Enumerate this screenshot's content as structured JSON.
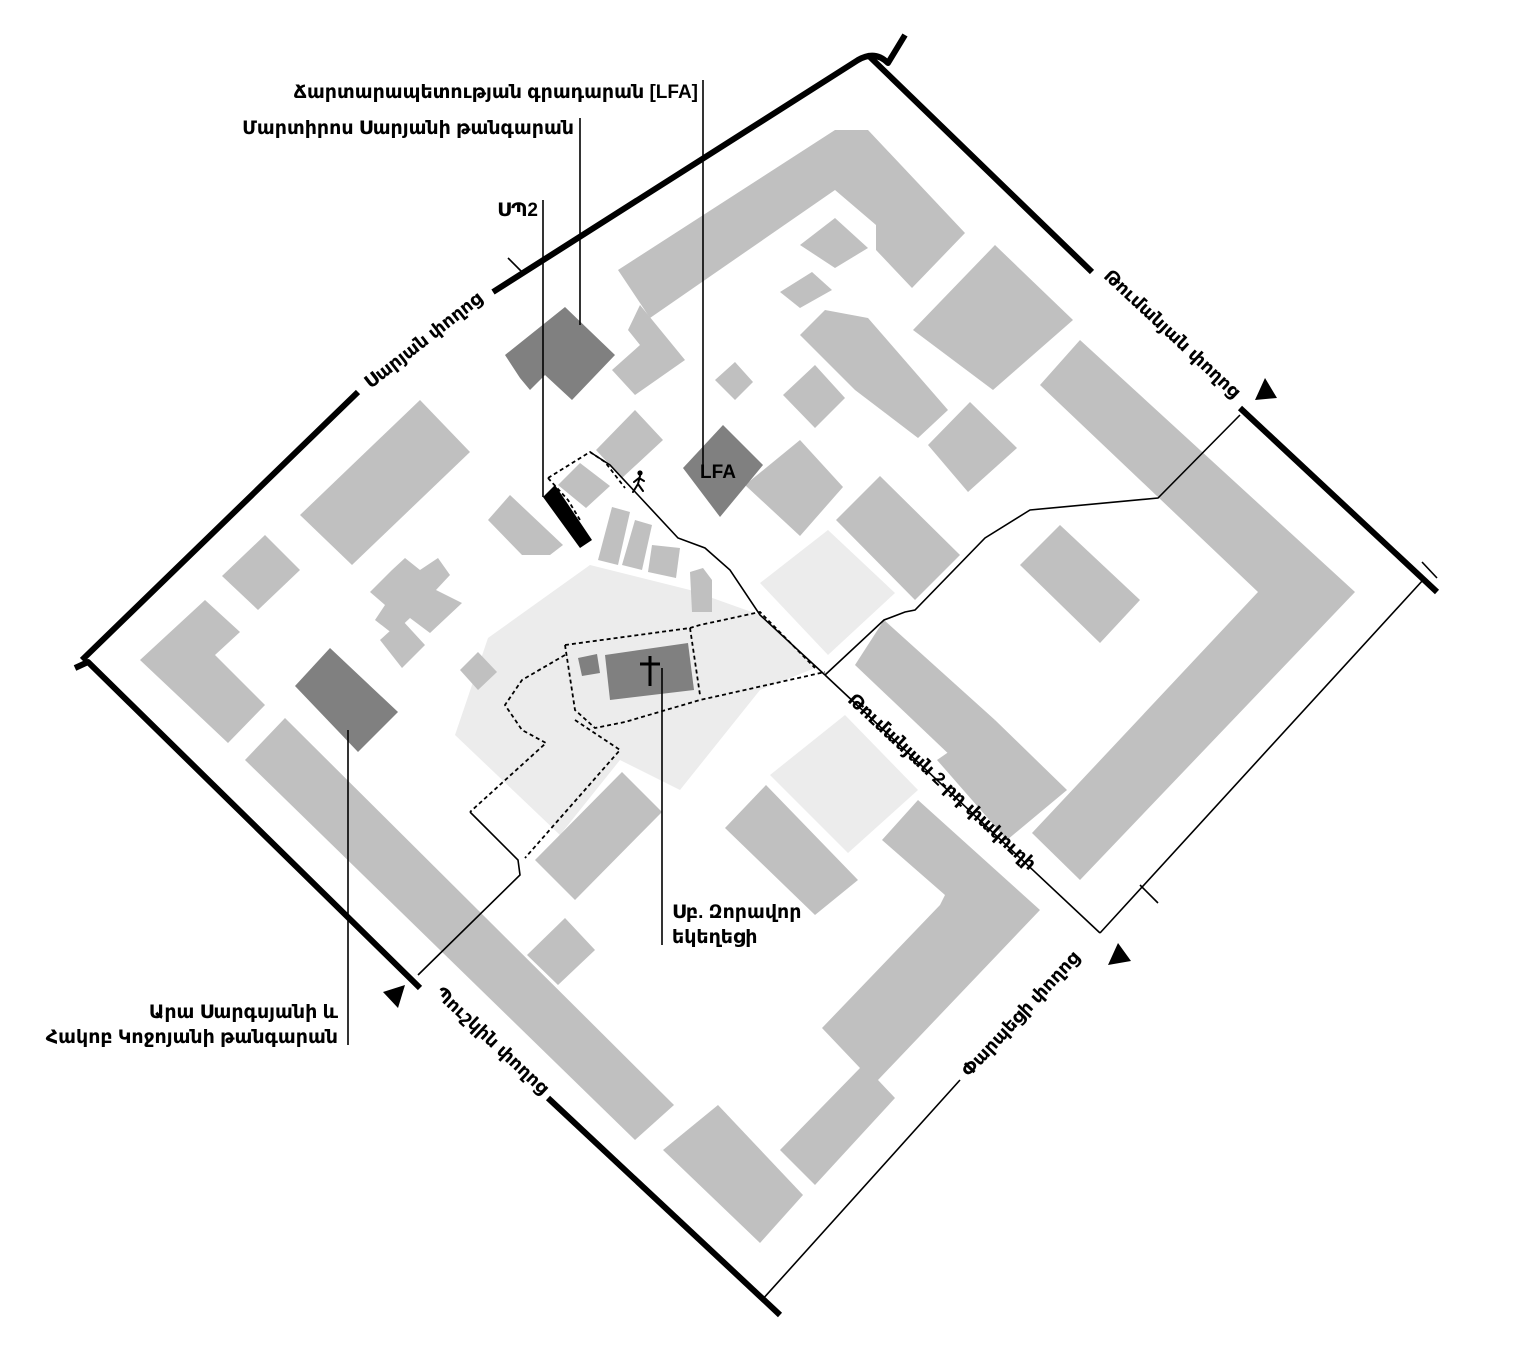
{
  "labels": {
    "architecture_library": "Ճարտարապետության գրադարան [LFA]",
    "saryan_museum": "Մարտիրոս Սարյանի թանգարան",
    "sp2": "ՍՊ2",
    "lfa": "LFA",
    "church_line1": "Սբ. Զորավոր",
    "church_line2": "եկեղեցի",
    "museum_line1": "Արա Սարգսյանի և",
    "museum_line2": "Հակոբ Կոջոյանի թանգարան"
  },
  "streets": {
    "saryan": "Սարյան փողոց",
    "tumanyan": "Թումանյան փողոց",
    "tumanyan_lane": "Թումանյան 2-րդ փակուղի",
    "pushkin": "Պուշկին փողոց",
    "parpetsi": "Փարպեցի փողոց"
  },
  "icons": {
    "pedestrian": "pedestrian-icon",
    "church_cross": "cross-icon",
    "entrance_markers": "triangle-marker-icon"
  },
  "colors": {
    "building": "#c0c0c0",
    "highlighted_building": "#808080",
    "plaza": "#ececec",
    "road": "#000000"
  }
}
